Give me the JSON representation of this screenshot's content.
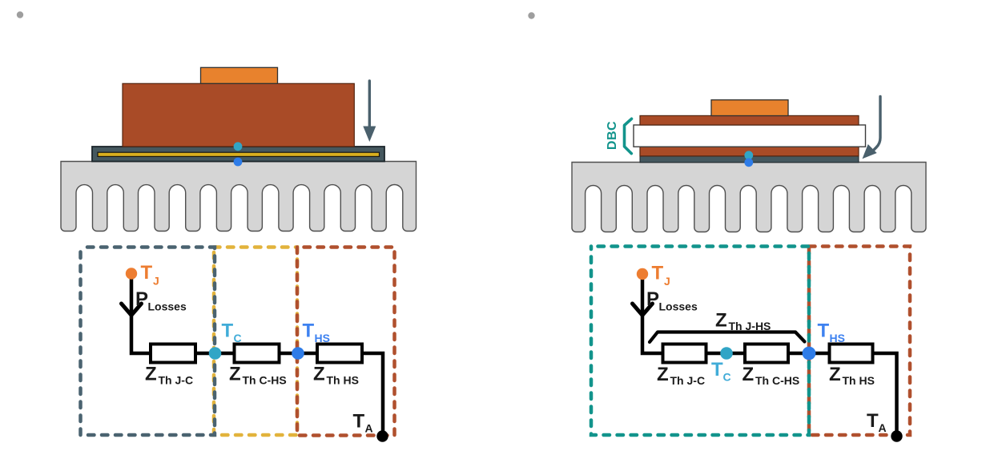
{
  "slide": {
    "background": "#ffffff",
    "bullet_color": "#9e9e9e"
  },
  "colors": {
    "chip_orange": "#e8822d",
    "module_brown": "#a94b27",
    "baseplate_slate": "#45585f",
    "tim_gold": "#d9af1e",
    "heatsink_gray": "#d5d5d5",
    "ceramic_white": "#ffffff",
    "arrow_slate": "#4a606c",
    "teal": "#12948c",
    "node_case_cyan": "#31a5c6",
    "node_heatsink_blue": "#2e7ce8",
    "node_junction_orange": "#ed7d31",
    "node_ambient_black": "#000000",
    "box_module_slate": "#4a6370",
    "box_tim_gold": "#e2b33c",
    "box_heatsink_red": "#b0502e",
    "wire_black": "#000000"
  },
  "left_panel": {
    "labels": {
      "t_j": {
        "main": "T",
        "sub": "J"
      },
      "p_losses": {
        "main": "P",
        "sub": "Losses"
      },
      "z_th_j_c": {
        "main": "Z",
        "sub": "Th J-C"
      },
      "t_c": {
        "main": "T",
        "sub": "C"
      },
      "z_th_c_hs": {
        "main": "Z",
        "sub": "Th C-HS"
      },
      "t_hs": {
        "main": "T",
        "sub": "HS"
      },
      "z_th_hs": {
        "main": "Z",
        "sub": "Th HS"
      },
      "t_a": {
        "main": "T",
        "sub": "A"
      }
    }
  },
  "right_panel": {
    "dbc_label": "DBC",
    "labels": {
      "t_j": {
        "main": "T",
        "sub": "J"
      },
      "p_losses": {
        "main": "P",
        "sub": "Losses"
      },
      "z_th_j_hs": {
        "main": "Z",
        "sub": "Th J-HS"
      },
      "z_th_j_c": {
        "main": "Z",
        "sub": "Th J-C"
      },
      "t_c": {
        "main": "T",
        "sub": "C"
      },
      "z_th_c_hs": {
        "main": "Z",
        "sub": "Th C-HS"
      },
      "t_hs": {
        "main": "T",
        "sub": "HS"
      },
      "z_th_hs": {
        "main": "Z",
        "sub": "Th HS"
      },
      "t_a": {
        "main": "T",
        "sub": "A"
      }
    }
  }
}
